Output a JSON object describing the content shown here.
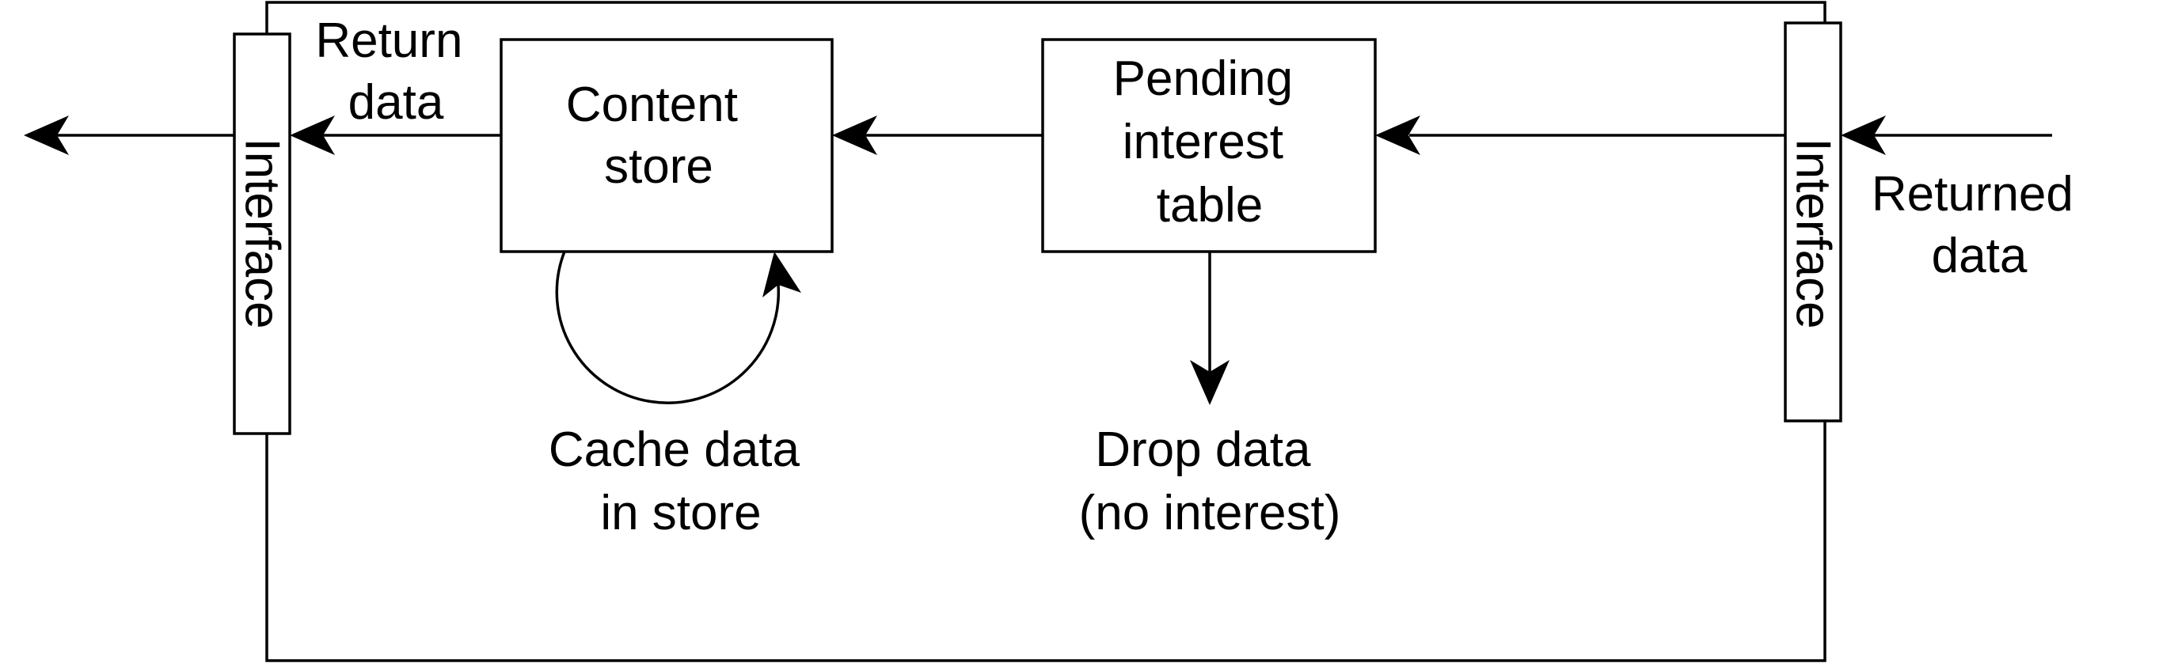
{
  "diagram": {
    "interface_left": "Interface",
    "interface_right": "Interface",
    "return_data": [
      "Return",
      "data"
    ],
    "content_store": [
      "Content",
      "store"
    ],
    "pit": [
      "Pending",
      "interest",
      "table"
    ],
    "returned_data": [
      "Returned",
      "data"
    ],
    "cache_data": [
      "Cache data",
      "in store"
    ],
    "drop_data": [
      "Drop data",
      "(no interest)"
    ]
  }
}
